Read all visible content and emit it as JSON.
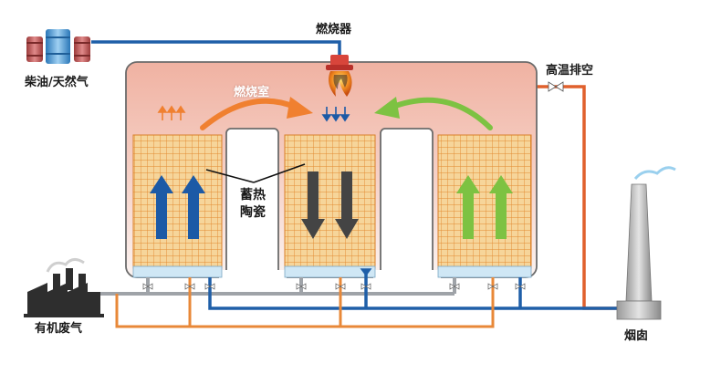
{
  "labels": {
    "burner": "燃烧器",
    "fuel": "柴油/天然气",
    "high_temp_exhaust": "高温排空",
    "combustion_chamber": "燃烧室",
    "ceramic_line1": "蓄热",
    "ceramic_line2": "陶瓷",
    "organic_waste_gas": "有机废气",
    "chimney": "烟囱"
  },
  "colors": {
    "chamber_top": "#f0b2a2",
    "chamber_bottom": "#fbf3f1",
    "packing": "#f6d59a",
    "packing_grid": "#e3892e",
    "blue_pipe": "#1f5fa8",
    "orange_pipe": "#e88838",
    "gray_pipe": "#9fa3a8",
    "red_pipe": "#e0602d",
    "arrow_blue": "#1c5aa6",
    "arrow_dark": "#444444",
    "arrow_green": "#7dc242",
    "arrow_orange": "#f08030"
  },
  "icons": [
    "fuel-tank-icon",
    "burner-flame-icon",
    "factory-icon",
    "chimney-icon",
    "valve-icon"
  ]
}
